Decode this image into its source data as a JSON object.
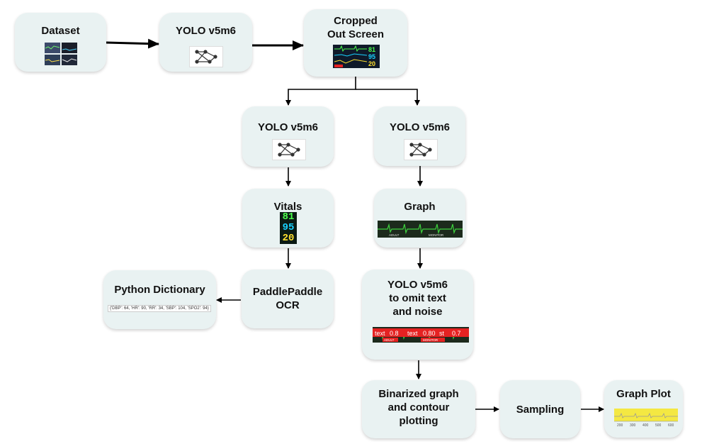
{
  "nodes": {
    "dataset": "Dataset",
    "yolo_main": "YOLO v5m6",
    "cropped_line1": "Cropped",
    "cropped_line2": "Out Screen",
    "yolo_left": "YOLO v5m6",
    "yolo_right": "YOLO v5m6",
    "vitals": "Vitals",
    "graph": "Graph",
    "paddle_line1": "PaddlePaddle",
    "paddle_line2": "OCR",
    "python_dict": "Python Dictionary",
    "yolo_omit_line1": "YOLO v5m6",
    "yolo_omit_line2": "to omit text",
    "yolo_omit_line3": "and noise",
    "binarized_line1": "Binarized graph",
    "binarized_line2": "and contour",
    "binarized_line3": "plotting",
    "sampling": "Sampling",
    "graph_plot": "Graph Plot"
  },
  "dict_output": "{'DBP': 64, 'HR': 90, 'RR': 34, 'SBP': 104, 'SPO2': 94}",
  "vitals_values": [
    "81",
    "95",
    "20"
  ],
  "ecg_labels": [
    "ADULT",
    "MONITOR"
  ],
  "omit_overlay": [
    "text",
    "0.8",
    "text",
    "0.80",
    "st",
    "0.7"
  ],
  "plot_ticks": [
    "200",
    "300",
    "400",
    "500",
    "600"
  ],
  "colors": {
    "box_bg": "#e9f2f2",
    "ecg_green": "#3dd13d",
    "vitals_green": "#4cff4c",
    "vitals_cyan": "#19d2ff",
    "vitals_yellow": "#ffe030",
    "overlay_red": "#e52222",
    "plot_yellow": "#f4e842"
  }
}
